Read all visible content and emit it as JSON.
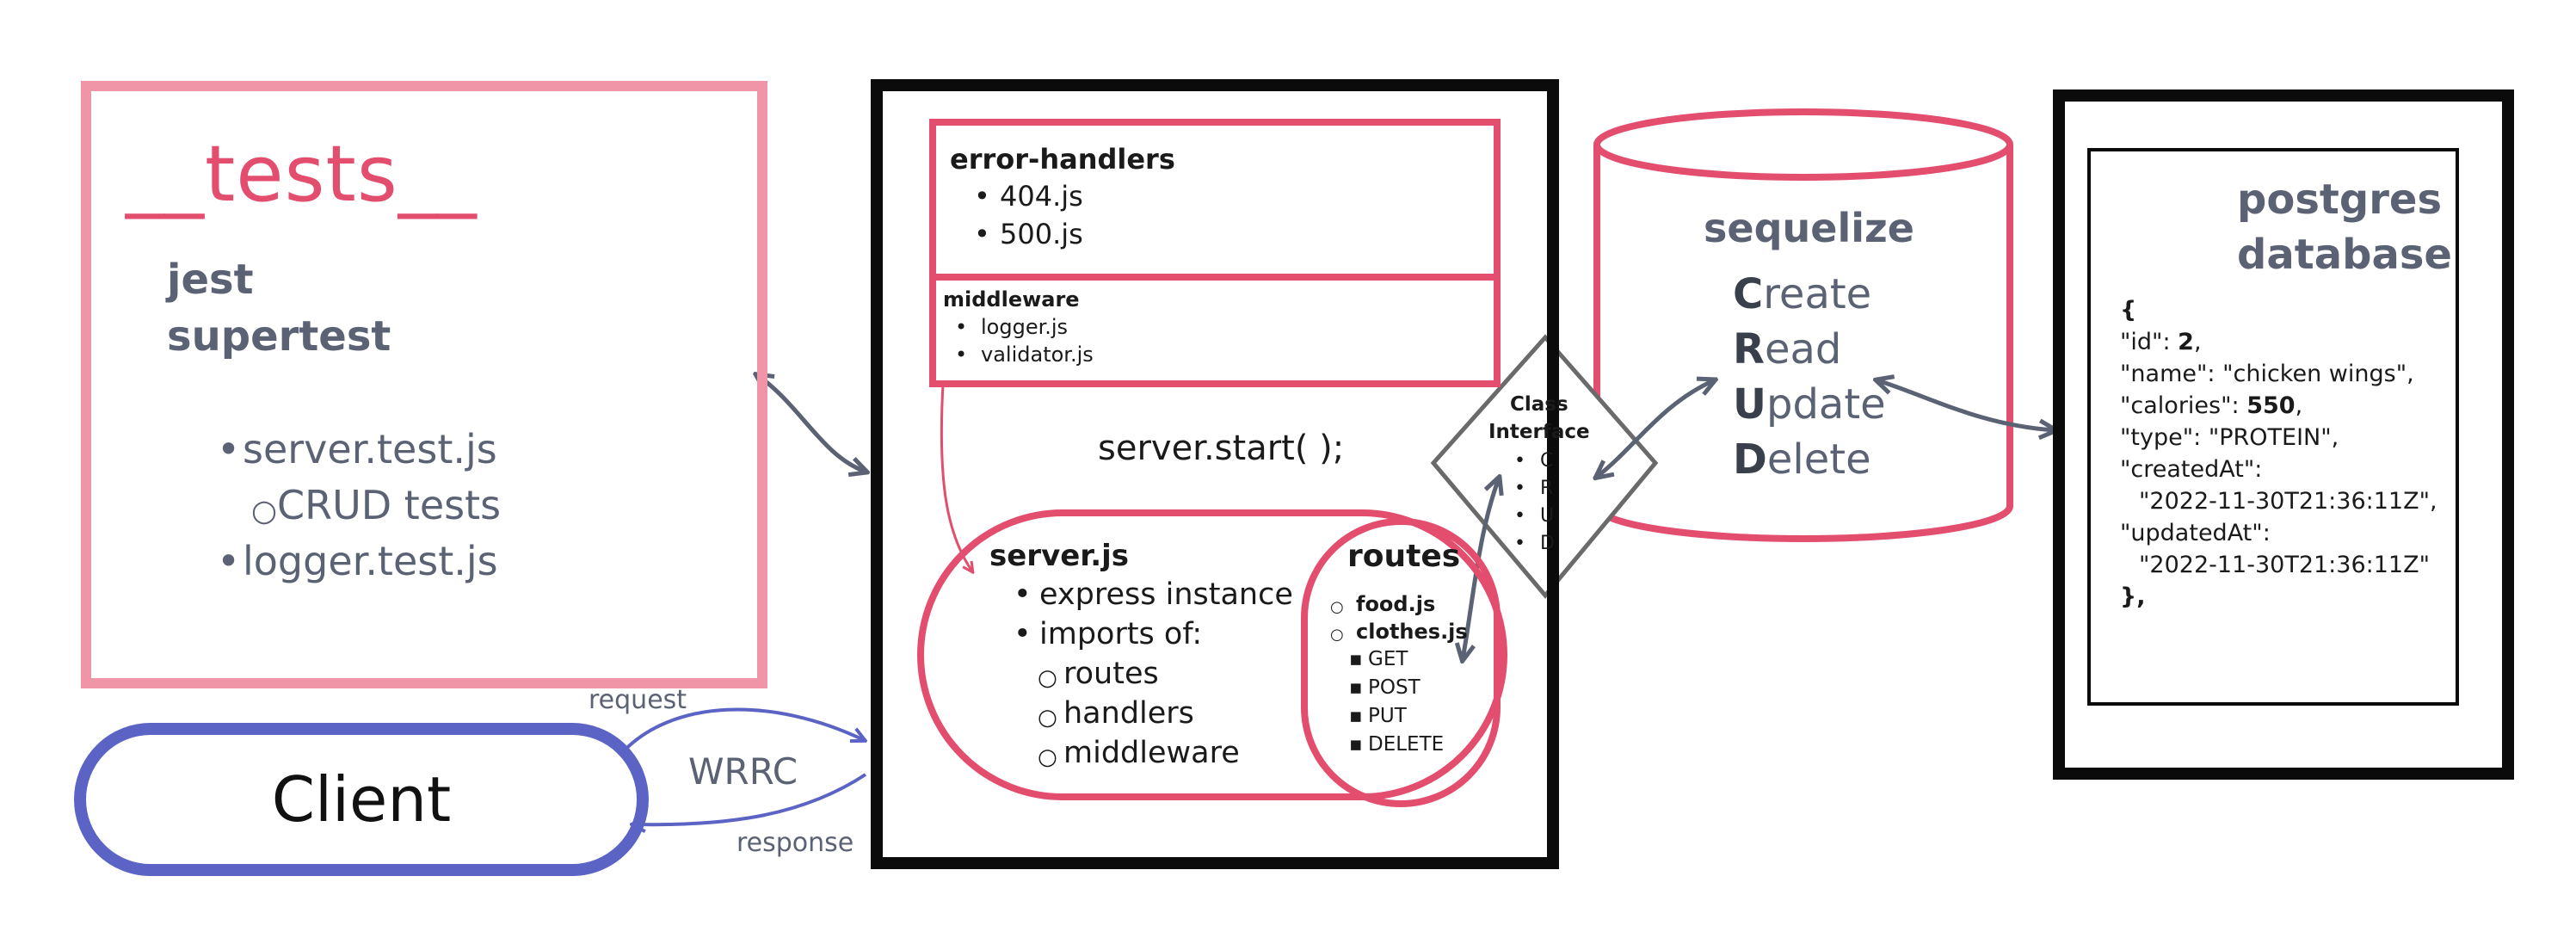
{
  "tests": {
    "title": "__tests__",
    "tool1": "jest",
    "tool2": "supertest",
    "file1": "server.test.js",
    "file1_sub": "CRUD tests",
    "file2": "logger.test.js"
  },
  "client": {
    "label": "Client",
    "request": "request",
    "response": "response",
    "cycle": "WRRC"
  },
  "server": {
    "error_handlers_title": "error-handlers",
    "error_handlers": [
      "404.js",
      "500.js"
    ],
    "middleware_title": "middleware",
    "middleware": [
      "logger.js",
      "validator.js"
    ],
    "start": "server.start( );",
    "serverjs_title": "server.js",
    "serverjs_item1": "express instance",
    "serverjs_item2": "imports of:",
    "serverjs_imports": [
      "routes",
      "handlers",
      "middleware"
    ],
    "routes_title": "routes",
    "routes_files": [
      "food.js",
      "clothes.js"
    ],
    "routes_methods": [
      "GET",
      "POST",
      "PUT",
      "DELETE"
    ]
  },
  "class_interface": {
    "title_line1": "Class",
    "title_line2": "Interface",
    "items": [
      "C",
      "R",
      "U",
      "D"
    ]
  },
  "sequelize": {
    "title": "sequelize",
    "ops": [
      {
        "initial": "C",
        "rest": "reate"
      },
      {
        "initial": "R",
        "rest": "ead"
      },
      {
        "initial": "U",
        "rest": "pdate"
      },
      {
        "initial": "D",
        "rest": "elete"
      }
    ]
  },
  "postgres": {
    "title_line1": "postgres",
    "title_line2": "database",
    "json": {
      "open": "{",
      "id_key": "\"id\": ",
      "id_val": "2",
      "name": "\"name\": \"chicken wings\",",
      "calories_key": "\"calories\": ",
      "calories_val": "550",
      "type": "\"type\": \"PROTEIN\",",
      "createdAt_key": "\"createdAt\":",
      "createdAt_val": "\"2022-11-30T21:36:11Z\",",
      "updatedAt_key": "\"updatedAt\":",
      "updatedAt_val": "\"2022-11-30T21:36:11Z\"",
      "close": "},"
    }
  },
  "colors": {
    "pink": "#f094a8",
    "red": "#e34d6e",
    "blue": "#5b64c4",
    "slate": "#5b6274",
    "black": "#0b0b0b"
  }
}
